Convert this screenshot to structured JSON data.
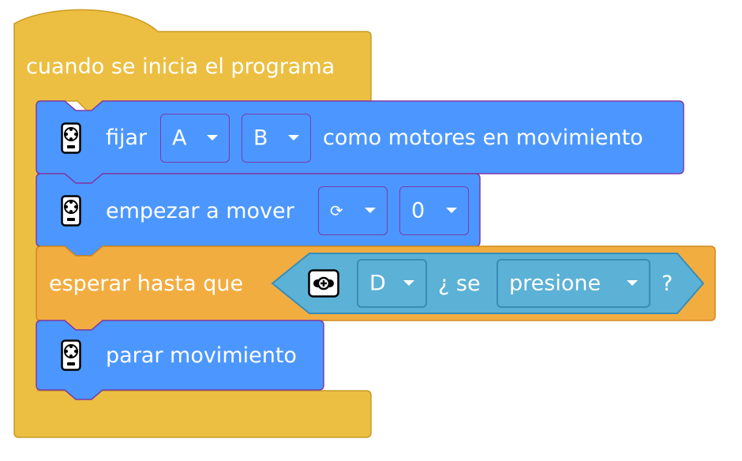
{
  "hat": {
    "label": "cuando se inicia el programa"
  },
  "blocks": {
    "set_motors": {
      "label_fijar": "fijar",
      "port1": "A",
      "port2": "B",
      "label_rest": "como motores en movimiento"
    },
    "start_moving": {
      "label": "empezar a mover",
      "direction": "⟳",
      "value": "0"
    },
    "wait_until": {
      "label": "esperar hasta que",
      "sensor_port": "D",
      "label_se": "¿ se",
      "state": "presione",
      "question_mark": "?"
    },
    "stop": {
      "label": "parar movimiento"
    }
  },
  "colors": {
    "event": "#ecbf42",
    "event_border": "#c99b20",
    "motion": "#4c97ff",
    "motion_border": "#7c3aa8",
    "control": "#f2ad41",
    "sensor": "#5cb1d6"
  },
  "icons": {
    "motion": "move-hub-icon",
    "sensor": "force-sensor-icon"
  }
}
